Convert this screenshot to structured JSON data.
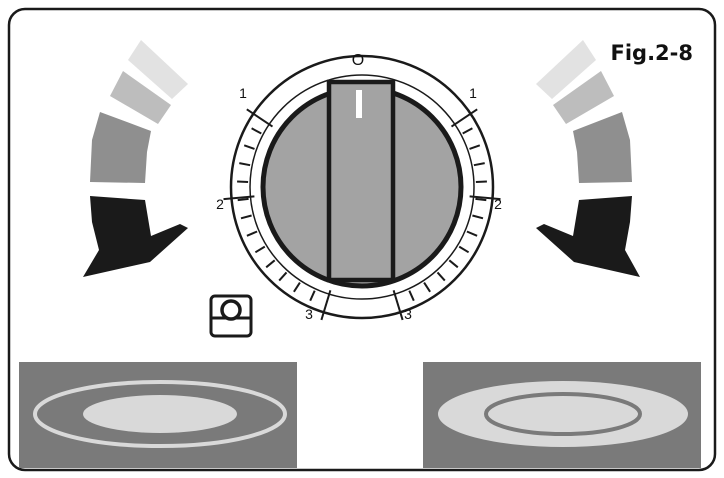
{
  "figure": {
    "label": "Fig.2-8"
  },
  "dial": {
    "off_label": "O",
    "scale_labels": [
      "1",
      "2",
      "3"
    ]
  },
  "colors": {
    "border": "#1a1a1a",
    "arrow_dark": "#1a1a1a",
    "arrow_mid": "#8f8f8f",
    "arrow_light": "#bdbdbd",
    "arrow_lighter": "#e2e2e2",
    "knob_fill": "#a3a3a3",
    "panel_bg": "#7a7a7a",
    "ring_light": "#d9d9d9"
  },
  "icons": {
    "dual_zone": "dual-zone-symbol-icon"
  }
}
